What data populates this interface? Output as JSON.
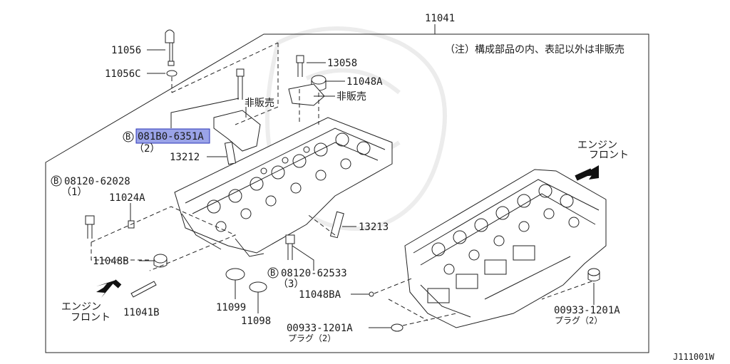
{
  "diagram": {
    "note": "（注）構成部品の内、表記以外は非販売",
    "drawing_code": "J111001W",
    "colors": {
      "highlight": "#9aa3e8",
      "line": "#222222"
    },
    "labels": {
      "p11041": "11041",
      "p11056": "11056",
      "p11056c": "11056C",
      "p13058": "13058",
      "p11048a": "11048A",
      "hihanbai1": "非販売",
      "hihanbai2": "非販売",
      "b_mark1": "B",
      "bolt_081b0": "081B0-6351A",
      "qty2_a": "（2）",
      "p13212": "13212",
      "b_mark2": "B",
      "bolt_08120_a": "08120-62028",
      "qty1": "（1）",
      "p11024a": "11024A",
      "p11048b": "11048B",
      "engine_front_left_1": "エンジン",
      "engine_front_left_2": "フロント",
      "p11041b": "11041B",
      "p11099": "11099",
      "p11098": "11098",
      "p13213": "13213",
      "b_mark3": "B",
      "bolt_08120_b": "08120-62533",
      "qty3": "（3）",
      "p11048ba": "11048BA",
      "plug_a": "00933-1201A",
      "plug_a_sub": "プラグ（2）",
      "plug_b": "00933-1201A",
      "plug_b_sub": "プラグ（2）",
      "engine_front_right_1": "エンジン",
      "engine_front_right_2": "フロント"
    }
  }
}
